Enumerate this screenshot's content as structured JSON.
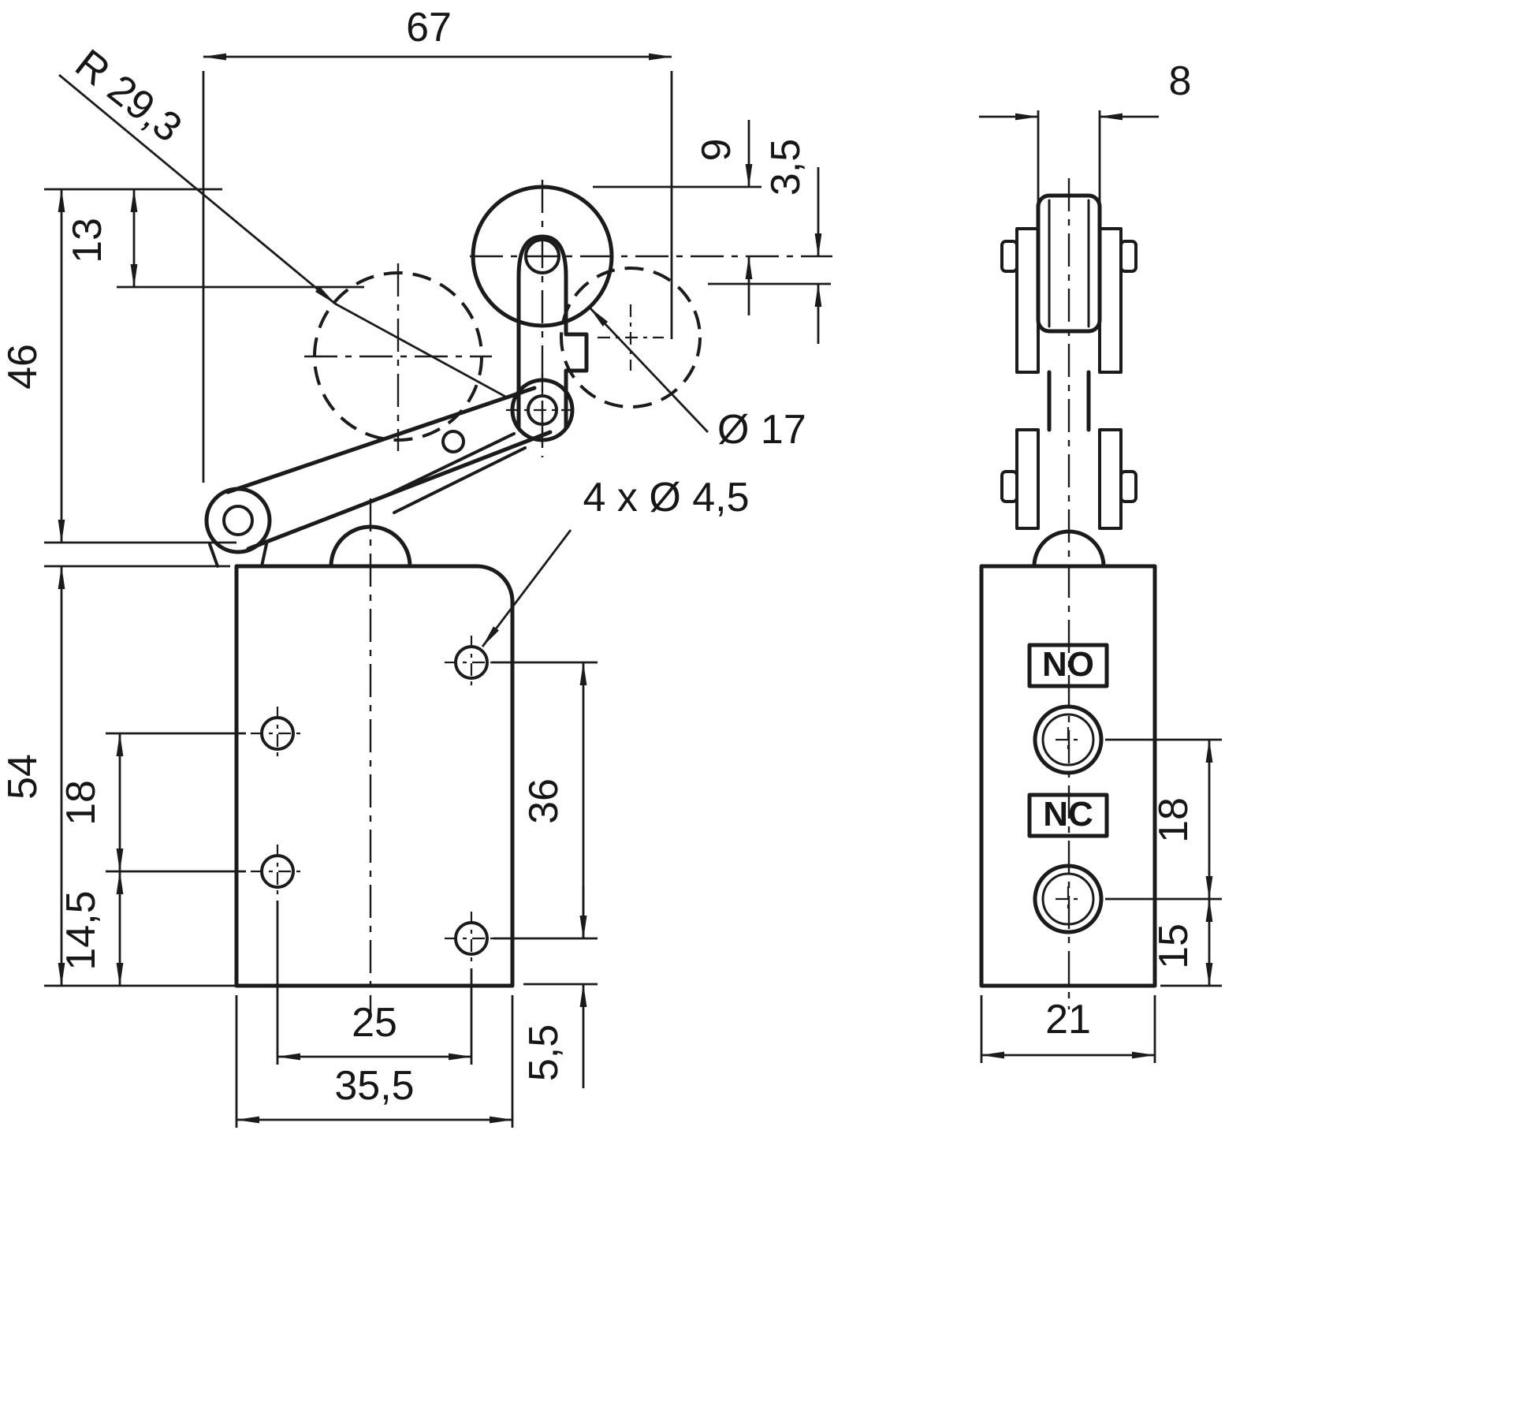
{
  "drawing": {
    "background": "#ffffff",
    "line_color": "#1b1b1b"
  },
  "left_view": {
    "dims": {
      "w67": "67",
      "r29_3": "R 29,3",
      "d9": "9",
      "d3_5": "3,5",
      "d13": "13",
      "d46": "46",
      "d54": "54",
      "d18": "18",
      "d14_5": "14,5",
      "d36": "36",
      "d5_5": "5,5",
      "d25": "25",
      "d35_5": "35,5",
      "dia17": "Ø 17",
      "holes": "4 x Ø 4,5"
    }
  },
  "right_view": {
    "dims": {
      "d8": "8",
      "d18": "18",
      "d15": "15",
      "d21": "21"
    },
    "labels": {
      "no": "NO",
      "nc": "NC"
    }
  }
}
